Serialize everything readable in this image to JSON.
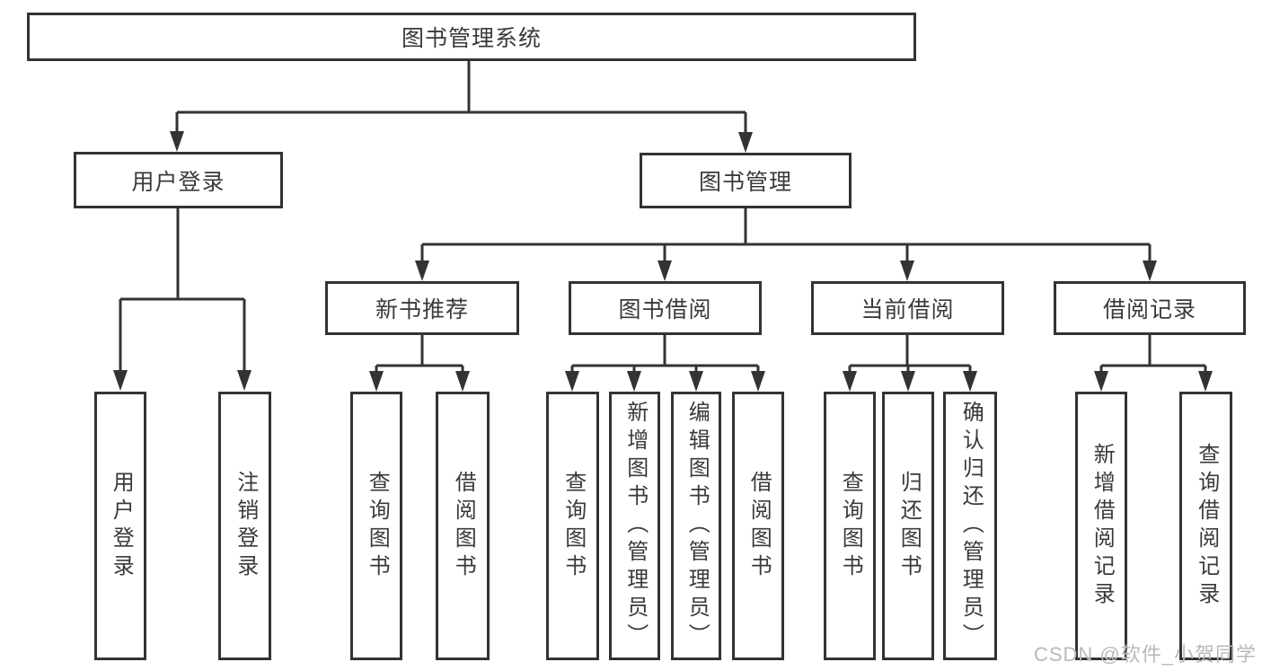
{
  "tree": {
    "label": "图书管理系统",
    "children": [
      {
        "label": "用户登录",
        "children": [
          {
            "label": "用户登录"
          },
          {
            "label": "注销登录"
          }
        ]
      },
      {
        "label": "图书管理",
        "children": [
          {
            "label": "新书推荐",
            "children": [
              {
                "label": "查询图书"
              },
              {
                "label": "借阅图书"
              }
            ]
          },
          {
            "label": "图书借阅",
            "children": [
              {
                "label": "查询图书"
              },
              {
                "label": "新增图书（管理员）"
              },
              {
                "label": "编辑图书（管理员）"
              },
              {
                "label": "借阅图书"
              }
            ]
          },
          {
            "label": "当前借阅",
            "children": [
              {
                "label": "查询图书"
              },
              {
                "label": "归还图书"
              },
              {
                "label": "确认归还（管理员）"
              }
            ]
          },
          {
            "label": "借阅记录",
            "children": [
              {
                "label": "新增借阅记录"
              },
              {
                "label": "查询借阅记录"
              }
            ]
          }
        ]
      }
    ]
  },
  "watermark": {
    "text": "CSDN @软件_小贺同学"
  },
  "colors": {
    "line": "#333333",
    "box_border": "#333333",
    "text": "#3a3a3a",
    "watermark": "#b9b9b9",
    "background": "#ffffff"
  }
}
